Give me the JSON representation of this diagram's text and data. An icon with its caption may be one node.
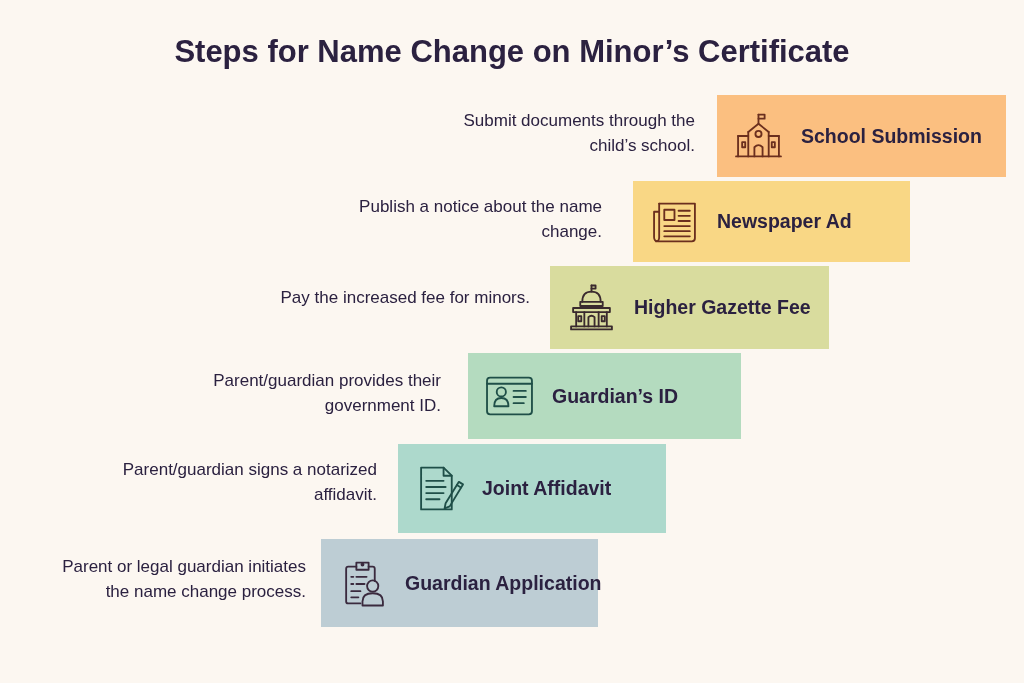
{
  "diagram": {
    "title": "Steps for Name Change on Minor’s Certificate",
    "nodes": [
      {
        "text": [
          "School Submission"
        ],
        "beside": [
          "Submit documents through the child’s school."
        ]
      },
      {
        "text": [
          "Newspaper Ad"
        ],
        "beside": [
          "Publish a notice about the name change."
        ]
      },
      {
        "text": [
          "Higher Gazette Fee"
        ],
        "beside": [
          "Pay the increased fee for minors."
        ]
      },
      {
        "text": [
          "Guardian’s ID"
        ],
        "beside": [
          "Parent/guardian provides their government ID."
        ]
      },
      {
        "text": [
          "Joint Affidavit"
        ],
        "beside": [
          "Parent/guardian signs a notarized affidavit."
        ]
      },
      {
        "text": [
          "Guardian Application"
        ],
        "beside": [
          "Parent or legal guardian initiates the name change process."
        ]
      }
    ]
  }
}
